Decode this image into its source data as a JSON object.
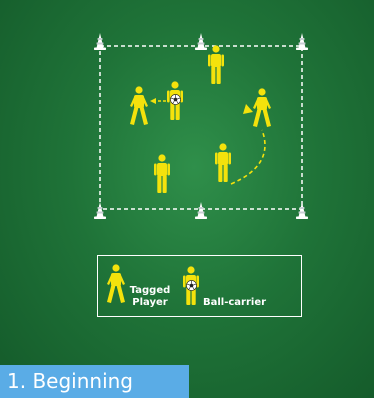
{
  "diagram": {
    "legend": {
      "tagged_label": "Tagged Player",
      "tagged_line1": "Tagged",
      "tagged_line2": "Player",
      "ball_carrier_label": "Ball-carrier"
    },
    "caption": "1. Beginning",
    "players": [
      {
        "role": "tagged"
      },
      {
        "role": "ball-carrier"
      },
      {
        "role": "tagged"
      },
      {
        "role": "tagged"
      },
      {
        "role": "tagged"
      },
      {
        "role": "tagged"
      }
    ],
    "cones_count": 6,
    "arrows": [
      "pass-arrow",
      "run-arrow"
    ]
  },
  "colors": {
    "background": "#1f7338",
    "player": "#f4e20c",
    "ball": "#ffffff",
    "lines": "#ffffff",
    "caption_bar": "#5aace6"
  }
}
